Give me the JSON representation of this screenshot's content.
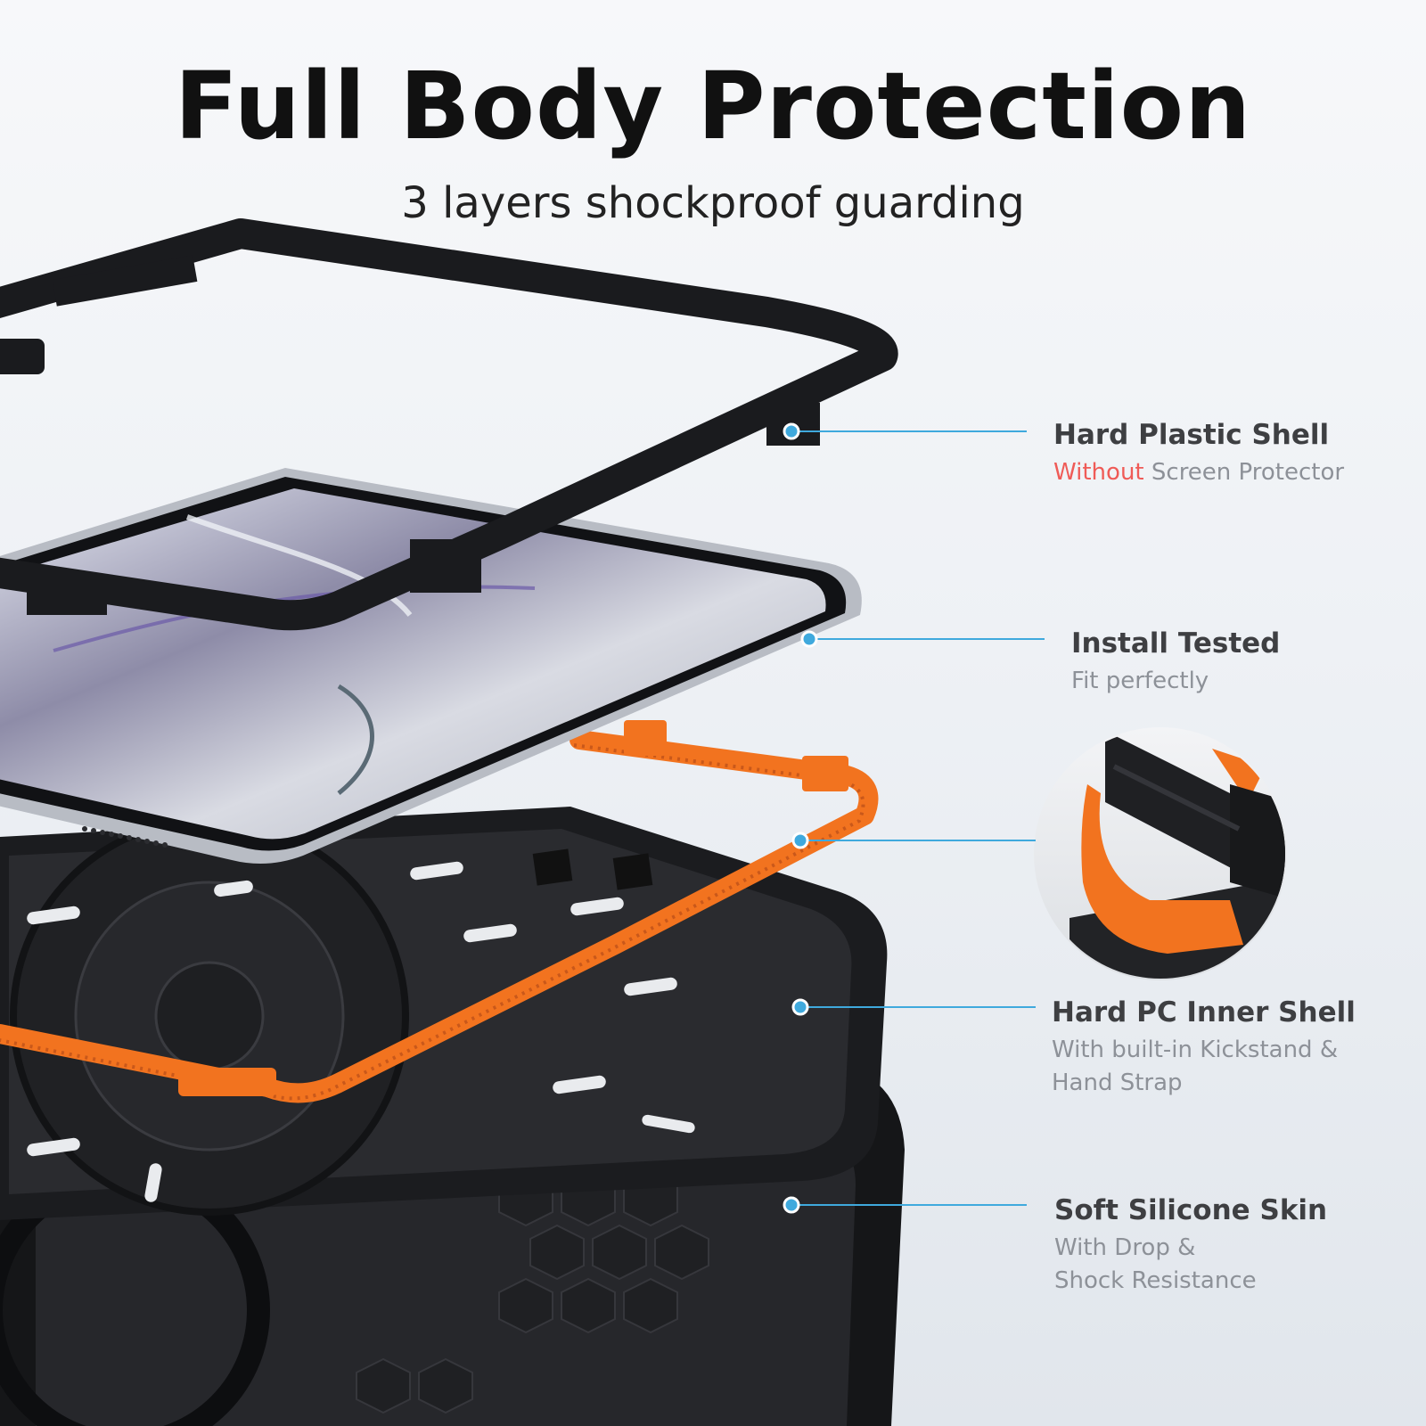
{
  "header": {
    "title": "Full Body Protection",
    "subtitle": "3 layers shockproof guarding"
  },
  "callouts": [
    {
      "heading": "Hard Plastic Shell",
      "highlight": "Without",
      "text": " Screen Protector"
    },
    {
      "heading": "Install Tested",
      "lines": [
        "Fit perfectly"
      ]
    },
    {
      "heading": "Hard PC Inner Shell",
      "lines": [
        "With built-in Kickstand &",
        "Hand Strap"
      ]
    },
    {
      "heading": "Soft Silicone Skin",
      "lines": [
        "With Drop &",
        "Shock Resistance"
      ]
    }
  ],
  "colors": {
    "accent_orange": "#f2731f",
    "leader_blue": "#3fa9dd",
    "highlight_red": "#ef5b57",
    "case_black": "#1c1d20"
  }
}
